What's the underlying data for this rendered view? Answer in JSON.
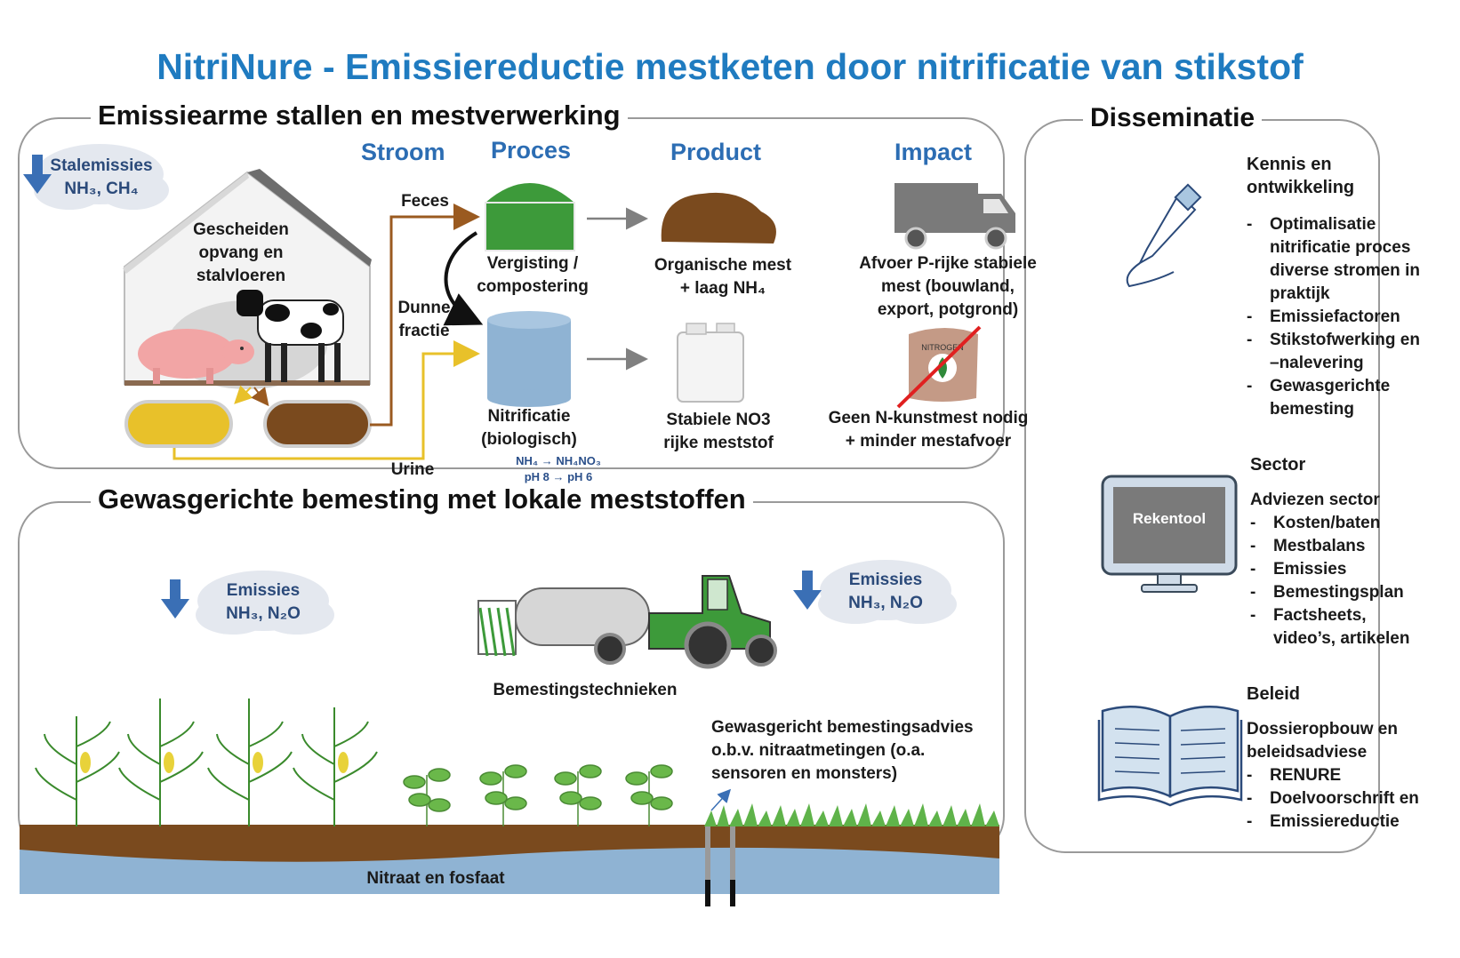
{
  "title": "NitriNure - Emissiereductie mestketen door nitrificatie van stikstof",
  "top_section": {
    "title": "Emissiearme stallen en mestverwerking",
    "columns": {
      "stroom": "Stroom",
      "proces": "Proces",
      "product": "Product",
      "impact": "Impact"
    },
    "stal_emissions": {
      "label": "Stalemissies",
      "gases": "NH₃, CH₄"
    },
    "barn_label": "Gescheiden opvang en stalvloeren",
    "flows": {
      "feces": "Feces",
      "dunne_fractie": "Dunne fractie",
      "urine": "Urine"
    },
    "process_1": "Vergisting / compostering",
    "process_2": "Nitrificatie (biologisch)",
    "process_2_note_1": "NH₄ → NH₄NO₃",
    "process_2_note_2": "pH 8 → pH 6",
    "product_1": "Organische mest + laag NH₄",
    "product_2": "Stabiele NO3 rijke meststof",
    "impact_1": "Afvoer P-rijke stabiele mest (bouwland, export, potgrond)",
    "impact_2": "Geen N-kunstmest nodig + minder mestafvoer",
    "bag_text": "NITROGEN"
  },
  "bottom_section": {
    "title": "Gewasgerichte bemesting met lokale meststoffen",
    "emissions_left": {
      "label": "Emissies",
      "gases": "NH₃, N₂O"
    },
    "emissions_right": {
      "label": "Emissies",
      "gases": "NH₃, N₂O"
    },
    "technique_label": "Bemestingstechnieken",
    "advice_label": "Gewasgericht bemestingsadvies o.b.v. nitraatmetingen (o.a. sensoren en monsters)",
    "groundwater_label": "Nitraat en fosfaat"
  },
  "sidebar": {
    "title": "Disseminatie",
    "kennis": {
      "heading": "Kennis en ontwikkeling",
      "items": [
        "Optimalisatie nitrificatie proces diverse stromen in praktijk",
        "Emissiefactoren",
        "Stikstofwerking en –nalevering",
        "Gewasgerichte bemesting"
      ]
    },
    "sector": {
      "heading": "Sector",
      "screen_label": "Rekentool",
      "intro": "Adviezen sector",
      "items": [
        "Kosten/baten",
        "Mestbalans",
        "Emissies",
        "Bemestingsplan",
        "Factsheets, video’s, artikelen"
      ]
    },
    "beleid": {
      "heading": "Beleid",
      "intro": "Dossieropbouw en beleidsadviese",
      "items": [
        "RENURE",
        "Doelvoorschrift en",
        "Emissiereductie"
      ]
    }
  },
  "colors": {
    "title_blue": "#1f7bc0",
    "digester_green": "#3d9a3a",
    "reactor_blue": "#8fb3d3",
    "manure_brown": "#7a4a1e",
    "urine_yellow": "#e8c12a",
    "feces_line": "#9a5a20",
    "urine_line": "#e8c12a"
  }
}
